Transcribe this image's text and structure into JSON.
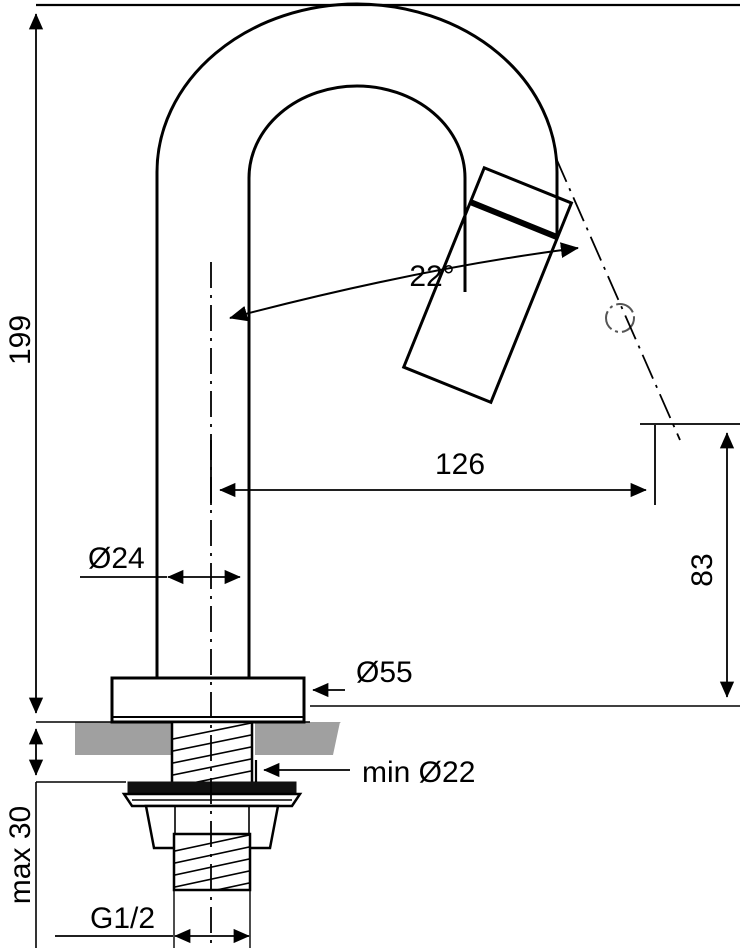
{
  "drawing": {
    "type": "technical-dimension-drawing",
    "subject": "basin mixer tap / gooseneck faucet side elevation",
    "units": "mm",
    "line_color": "#000000",
    "countertop_color": "#a0a0a0",
    "background_color": "#ffffff"
  },
  "dimensions": {
    "overall_height": {
      "label": "199",
      "orientation": "vertical",
      "position": "left",
      "description": "total height from countertop surface to top of gooseneck"
    },
    "spout_reach": {
      "label": "126",
      "orientation": "horizontal",
      "position": "middle",
      "description": "horizontal reach from riser centerline to spout outlet"
    },
    "spout_height": {
      "label": "83",
      "orientation": "vertical",
      "position": "right",
      "description": "height of spout outlet above countertop"
    },
    "riser_diameter": {
      "label": "Ø24",
      "orientation": "horizontal",
      "position": "left",
      "description": "diameter of vertical riser tube"
    },
    "base_diameter": {
      "label": "Ø55",
      "orientation": "horizontal",
      "position": "right-of-base",
      "description": "diameter of mounting base escutcheon"
    },
    "hole_diameter": {
      "label": "min Ø22",
      "orientation": "horizontal",
      "position": "right-of-shank",
      "description": "minimum mounting hole diameter"
    },
    "countertop_thickness": {
      "label": "max 30",
      "orientation": "vertical",
      "position": "bottom-left",
      "description": "maximum countertop thickness"
    },
    "thread_size": {
      "label": "G1/2",
      "orientation": "horizontal",
      "position": "bottom",
      "description": "supply thread connection size"
    },
    "spout_angle": {
      "label": "22°",
      "orientation": "arc",
      "position": "upper-middle",
      "description": "angle of spout outlet from vertical"
    }
  },
  "labels": [
    "199",
    "22°",
    "126",
    "Ø24",
    "Ø55",
    "83",
    "min Ø22",
    "max 30",
    "G1/2"
  ]
}
